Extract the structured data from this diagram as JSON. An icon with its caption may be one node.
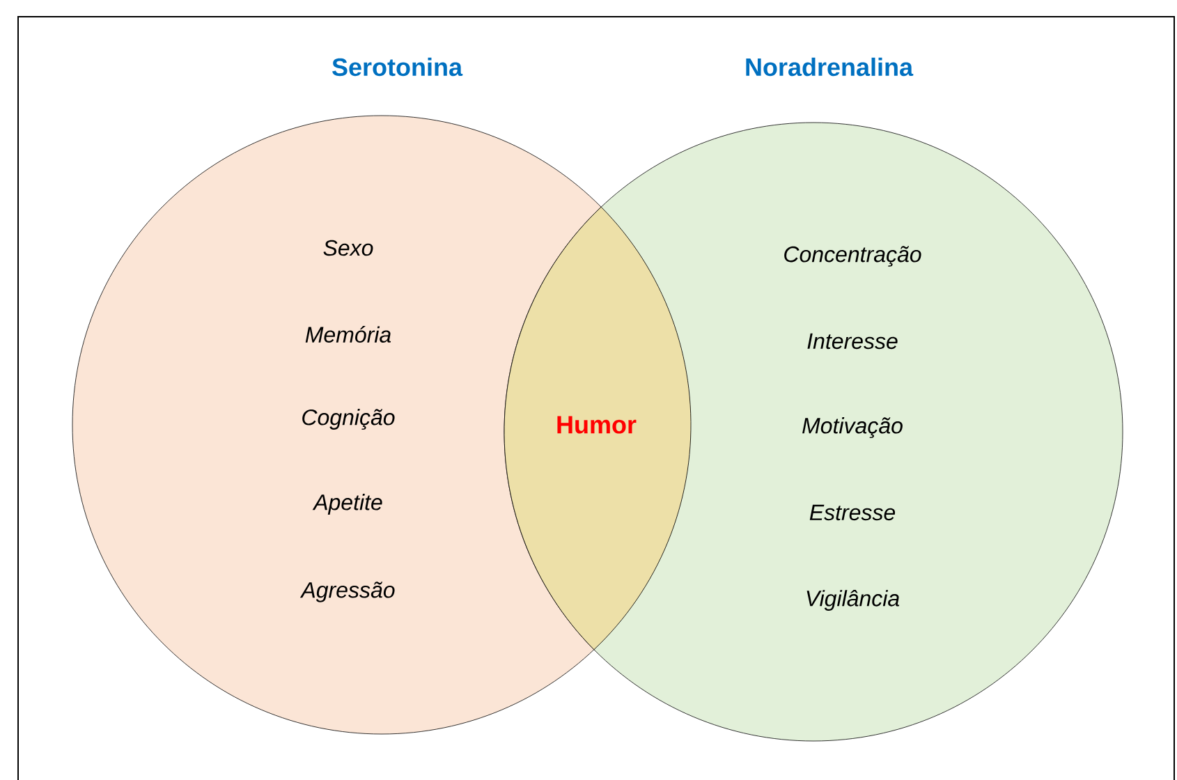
{
  "diagram": {
    "nodes": [
      {
        "text": [
          "Sexo",
          "Memória",
          "Cognição",
          "Apetite",
          "Agressão"
        ],
        "beside": [
          "Serotonina"
        ]
      },
      {
        "text": [
          "Concentração",
          "Interesse",
          "Motivação",
          "Estresse",
          "Vigilância"
        ],
        "beside": [
          "Noradrenalina"
        ]
      },
      {
        "text": [
          "Humor"
        ]
      }
    ]
  }
}
